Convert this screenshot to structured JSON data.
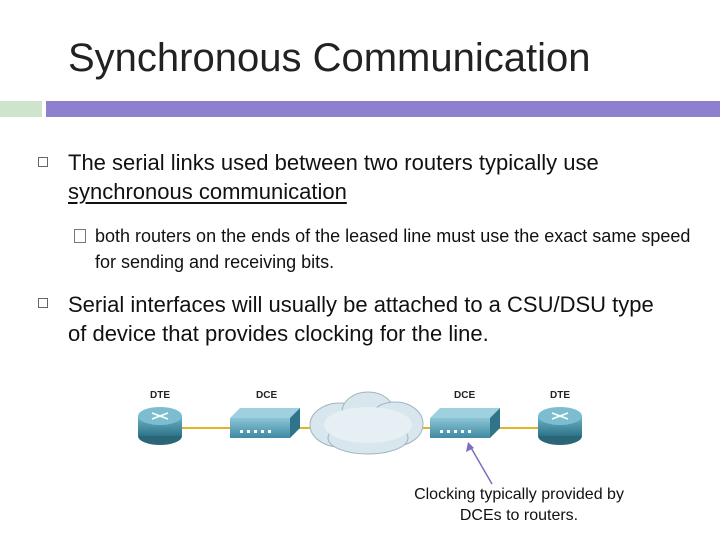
{
  "slide": {
    "title": "Synchronous Communication"
  },
  "bullets": [
    {
      "line1": "The serial links used between two routers typically use",
      "line2": "synchronous communication",
      "sub": [
        {
          "text": "both routers on the ends of the leased line must use the exact same speed for sending and receiving bits."
        }
      ]
    },
    {
      "text": "Serial interfaces will usually be attached to a CSU/DSU type of device that provides clocking for the line."
    }
  ],
  "diagram": {
    "labels": [
      "DTE",
      "DCE",
      "DCE",
      "DTE"
    ],
    "caption": "Clocking typically provided by DCEs to routers.",
    "colors": {
      "router": "#3f8fa8",
      "dce": "#5aa0b8",
      "cloud": "#d8e6ee",
      "link": "#e0b428",
      "arrow": "#7a6fc0"
    }
  }
}
